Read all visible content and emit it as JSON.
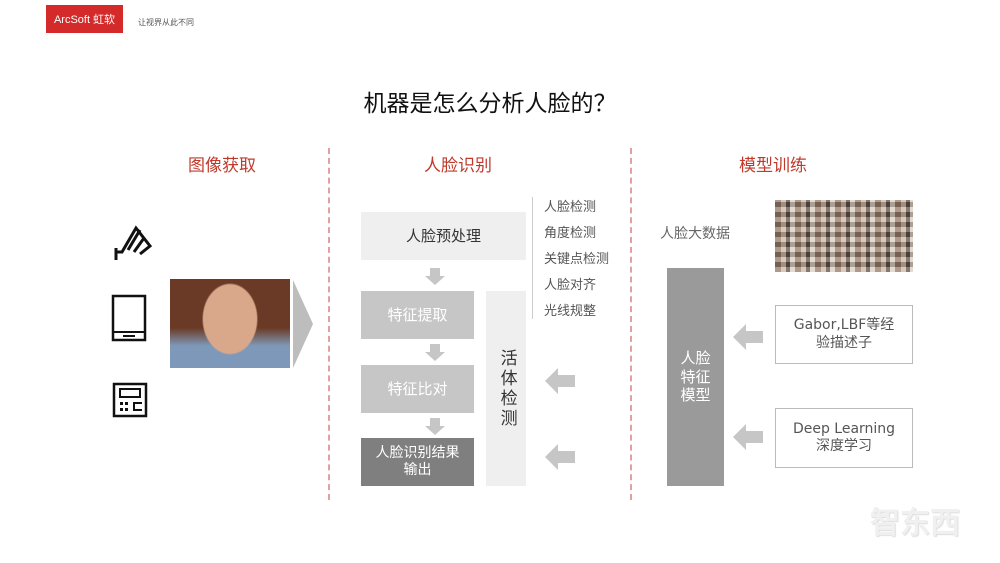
{
  "header": {
    "logo": "ArcSoft 虹软",
    "tagline": "让视界从此不同"
  },
  "title": "机器是怎么分析人脸的？",
  "sections": {
    "acquire": {
      "heading": "图像获取"
    },
    "recognize": {
      "heading": "人脸识别",
      "preprocess": "人脸预处理",
      "extract": "特征提取",
      "compare": "特征比对",
      "output": "人脸识别结果输出",
      "liveness": "活体检测",
      "steps": [
        "人脸检测",
        "角度检测",
        "关键点检测",
        "人脸对齐",
        "光线规整"
      ]
    },
    "train": {
      "heading": "模型训练",
      "bigdata": "人脸大数据",
      "model": "人脸特征模型",
      "gabor": "Gabor,LBF等经验描述子",
      "deep_title": "Deep Learning",
      "deep_sub": "深度学习"
    }
  },
  "watermark": "智东西",
  "colors": {
    "accent": "#c0392b",
    "logo": "#d42a2a"
  }
}
